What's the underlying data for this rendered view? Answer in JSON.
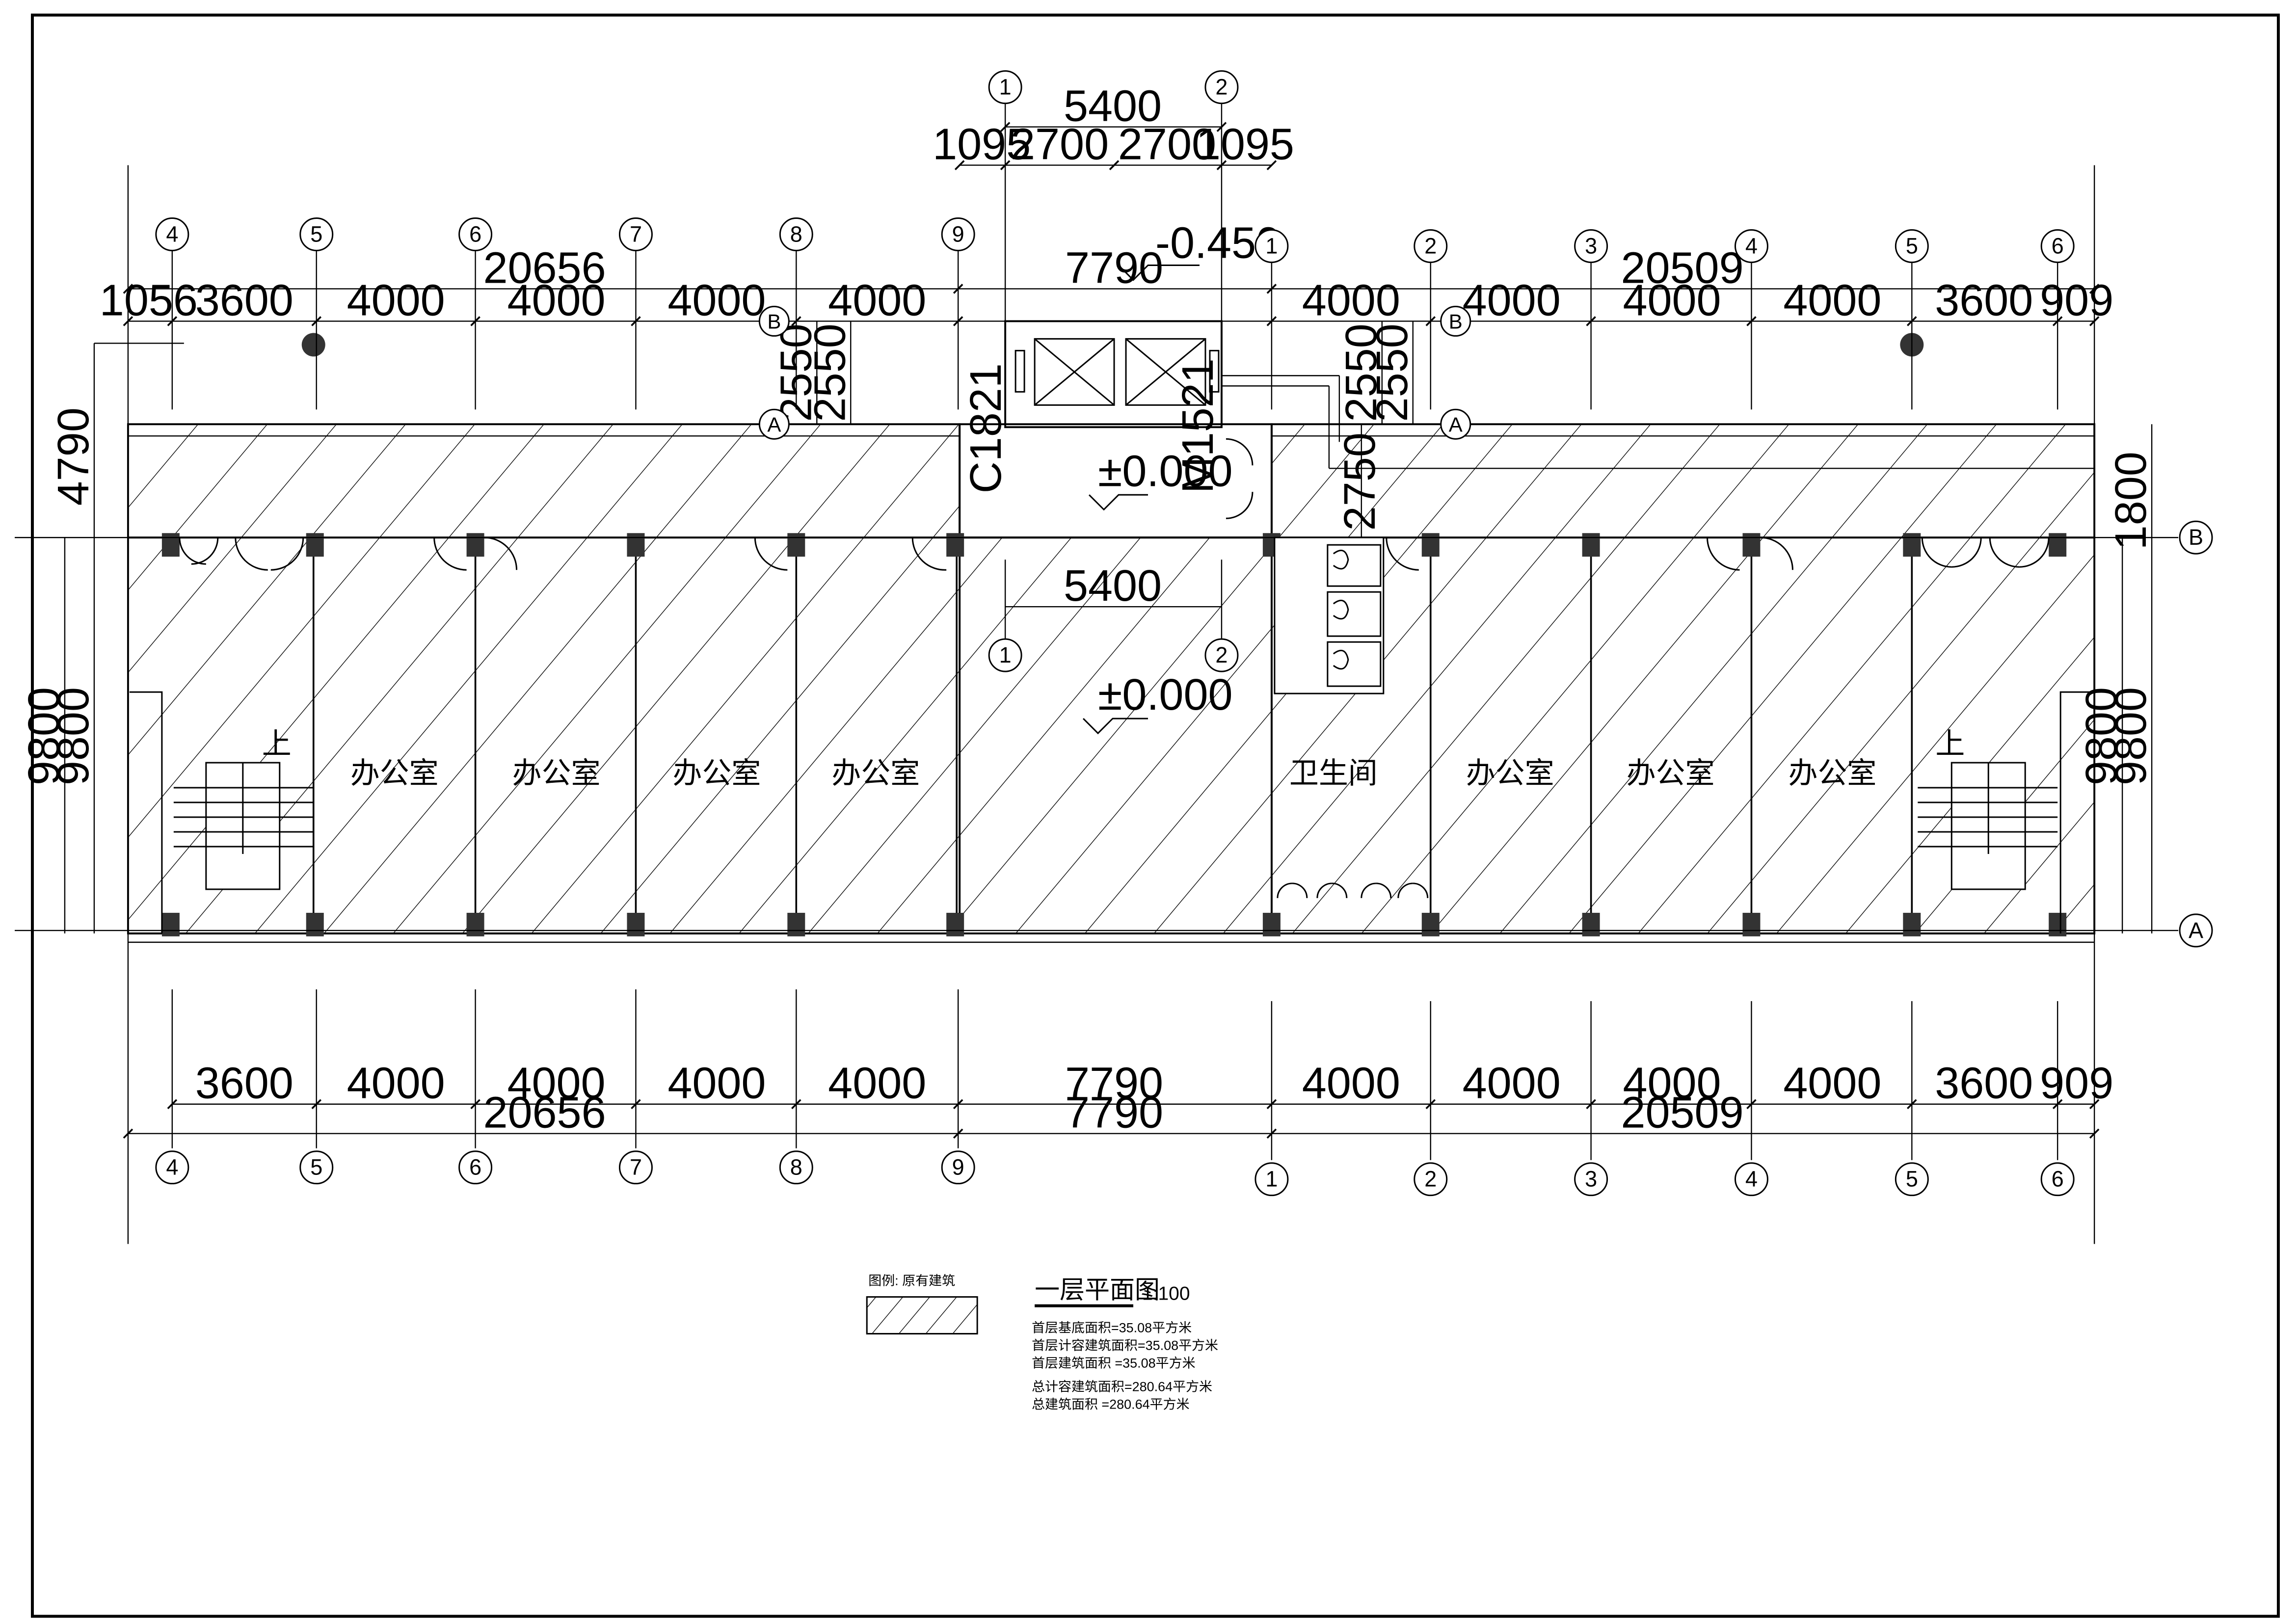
{
  "drawing": {
    "title": "一层平面图",
    "scale": "1:100",
    "legend_label": "图例: 原有建筑",
    "notes": [
      "首层基底面积=35.08平方米",
      "首层计容建筑面积=35.08平方米",
      "首层建筑面积 =35.08平方米",
      "总计容建筑面积=280.64平方米",
      "总建筑面积 =280.64平方米"
    ],
    "elevations": {
      "outside": "-0.450",
      "lobby": "±0.000",
      "hall": "±0.000"
    },
    "door_labels": {
      "window": "C1821",
      "door": "M1521"
    }
  },
  "axes": {
    "top_new": [
      "1",
      "2"
    ],
    "left": [
      "4",
      "5",
      "6",
      "7",
      "8",
      "9"
    ],
    "right": [
      "1",
      "2",
      "3",
      "4",
      "5",
      "6"
    ],
    "rows": [
      "A",
      "B"
    ]
  },
  "dimensions": {
    "top_chain_new": [
      "1095",
      "2700",
      "2700",
      "1095"
    ],
    "top_total_new": "5400",
    "left_total": "20656",
    "mid_total": "7790",
    "right_total": "20509",
    "left_chain": [
      "1056",
      "3600",
      "4000",
      "4000",
      "4000",
      "4000"
    ],
    "right_chain": [
      "4000",
      "4000",
      "4000",
      "4000",
      "3600",
      "909"
    ],
    "lobby_span": "5400",
    "bottom_chain": [
      "3600",
      "4000",
      "4000",
      "4000",
      "4000",
      "7790",
      "4000",
      "4000",
      "4000",
      "4000",
      "3600",
      "909"
    ],
    "bottom_totals": [
      "20656",
      "7790",
      "20509"
    ],
    "vertical": {
      "left_outer": "4790",
      "left_9800a": "9800",
      "left_9800b": "9800",
      "right_9800a": "9800",
      "right_9800b": "9800",
      "right_1800": "1800",
      "step_2550_a": "2550",
      "step_2550_b": "2550",
      "step_2550_c": "2550",
      "step_2550_d": "2550",
      "step_2750": "2750"
    }
  },
  "rooms": {
    "office": "办公室",
    "toilet": "卫生间",
    "stair_up": "上"
  }
}
